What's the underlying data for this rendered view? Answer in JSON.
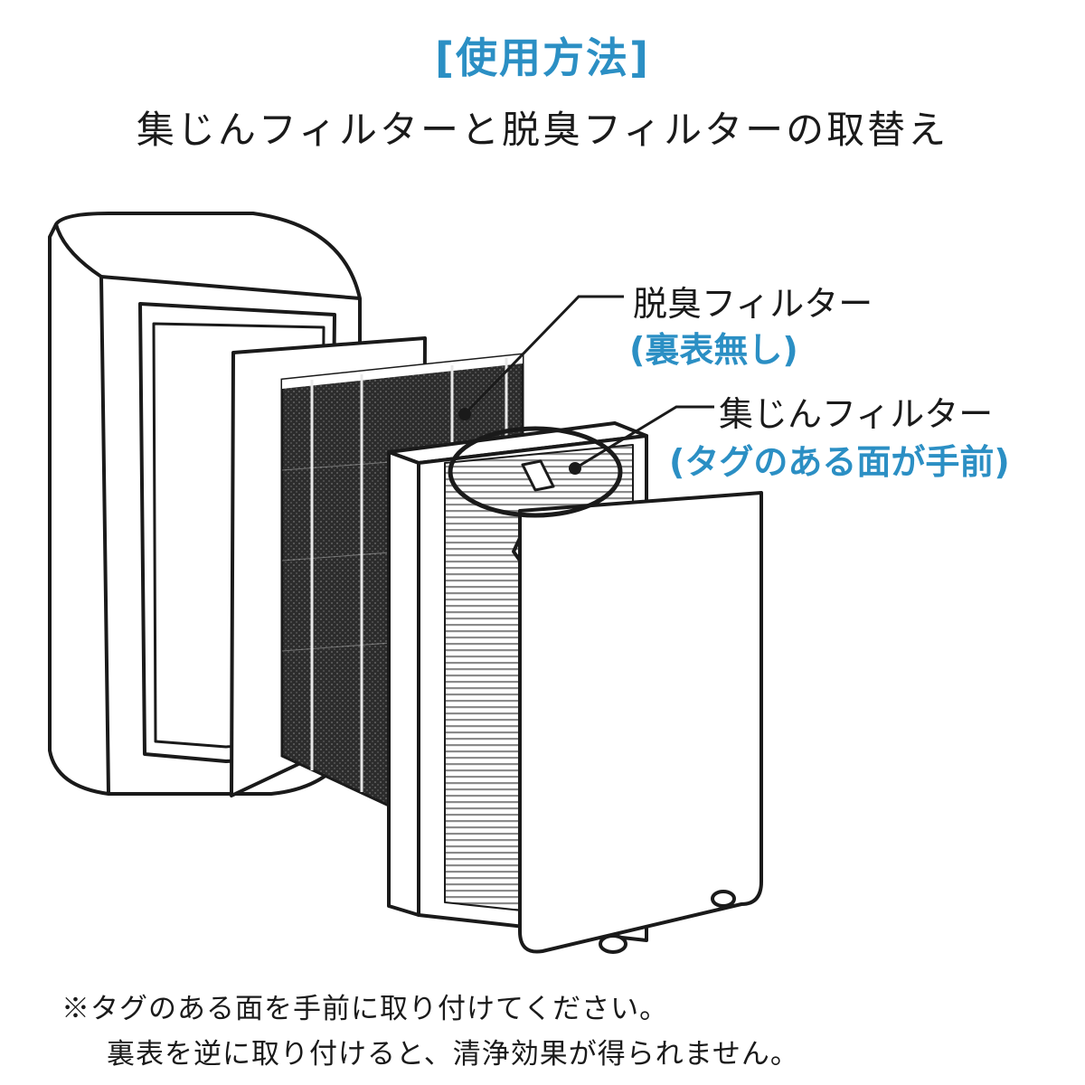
{
  "header": {
    "title": "[使用方法]",
    "subtitle": "集じんフィルターと脱臭フィルターの取替え"
  },
  "callouts": {
    "deodorizing_label": "脱臭フィルター",
    "deodorizing_note": "(裏表無し)",
    "dust_label": "集じんフィルター",
    "dust_note": "(タグのある面が手前)"
  },
  "footnote": {
    "line1": "※タグのある面を手前に取り付けてください。",
    "line2": "裏表を逆に取り付けると、清浄効果が得られません。"
  },
  "colors": {
    "accent": "#2b8fc4",
    "line": "#1a1a1a",
    "carbon": "#2a2a2a"
  }
}
